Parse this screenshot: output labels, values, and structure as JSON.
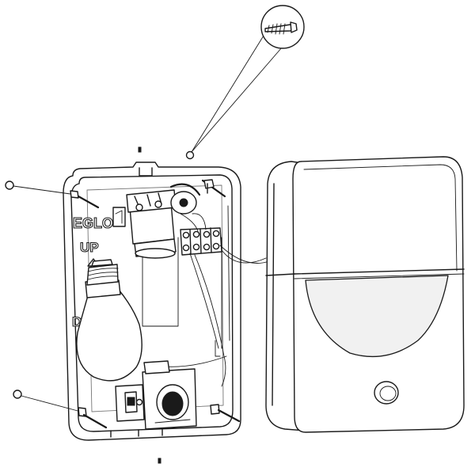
{
  "figure": {
    "texts": {
      "brand": "EGLO",
      "orientation_up": "UP",
      "orientation_down": "DO"
    }
  }
}
